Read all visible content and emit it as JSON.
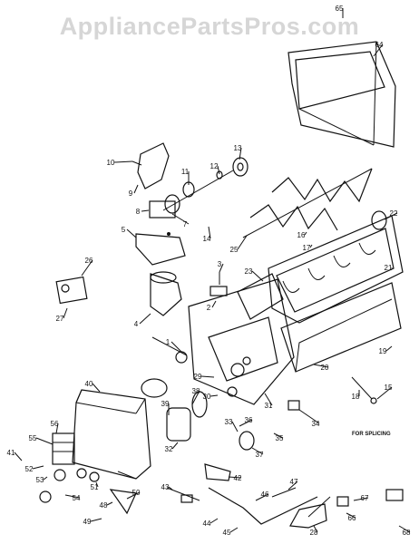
{
  "watermark": "AppliancePartsPros.com",
  "note": "FOR SPLICING",
  "callouts": [
    "65",
    "64",
    "10",
    "9",
    "11",
    "12",
    "13",
    "8",
    "7",
    "22",
    "14",
    "25",
    "16",
    "17",
    "5",
    "26",
    "3",
    "23",
    "21",
    "2",
    "4",
    "27",
    "1",
    "19",
    "20",
    "29",
    "30",
    "31",
    "40",
    "36",
    "38",
    "39",
    "18",
    "15",
    "32",
    "33",
    "34",
    "35",
    "37",
    "56",
    "55",
    "53",
    "51",
    "48",
    "41",
    "52",
    "50",
    "54",
    "42",
    "43",
    "47",
    "46",
    "49",
    "44",
    "45",
    "67",
    "66",
    "28",
    "68"
  ]
}
